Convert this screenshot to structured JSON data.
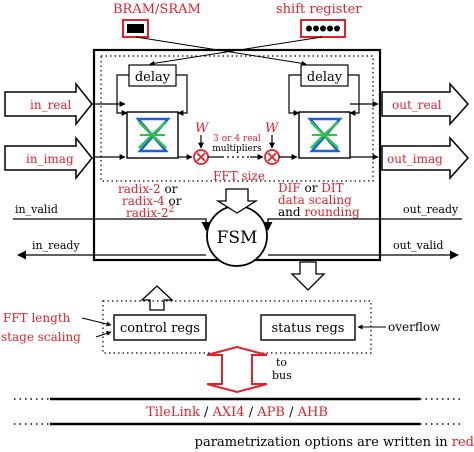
{
  "colors": {
    "accent_red": "#e5212b",
    "butterfly_blue": "#1f5fd6",
    "butterfly_green": "#2ec24a",
    "line": "#000000"
  },
  "memory": {
    "bram_label": "BRAM/SRAM",
    "shift_label": "shift register"
  },
  "core": {
    "delay_left": "delay",
    "delay_right": "delay",
    "twiddle_left": "W",
    "twiddle_right": "W",
    "multipliers_line1": "3 or 4 real",
    "multipliers_line2": "multipliers",
    "fft_size": "FFT size",
    "radix_line1_red": "radix-2",
    "radix_line1_black": " or",
    "radix_line2_red": "radix-4",
    "radix_line2_black": " or",
    "radix_line3_red": "radix-2",
    "radix_line3_sup": "2",
    "dif_red": "DIF",
    "dif_or": " or ",
    "dit_red": "DIT",
    "data_scaling_red": "data scaling",
    "and_word": "and ",
    "rounding_red": "rounding"
  },
  "io": {
    "in_real": "in_real",
    "in_imag": "in_imag",
    "out_real": "out_real",
    "out_imag": "out_imag",
    "in_valid": "in_valid",
    "out_ready": "out_ready",
    "in_ready": "in_ready",
    "out_valid": "out_valid"
  },
  "fsm": {
    "label": "FSM"
  },
  "regs": {
    "control": "control regs",
    "status": "status regs",
    "fft_length": "FFT length",
    "stage_scaling": "stage scaling",
    "overflow": "overflow"
  },
  "bus": {
    "to": "to",
    "bus_word": "bus",
    "protocols": [
      {
        "name": "TileLink",
        "sep": " / "
      },
      {
        "name": "AXI4",
        "sep": " / "
      },
      {
        "name": "APB",
        "sep": " / "
      },
      {
        "name": "AHB",
        "sep": ""
      }
    ]
  },
  "legend": {
    "black": "parametrization options are written in ",
    "red": "red"
  }
}
